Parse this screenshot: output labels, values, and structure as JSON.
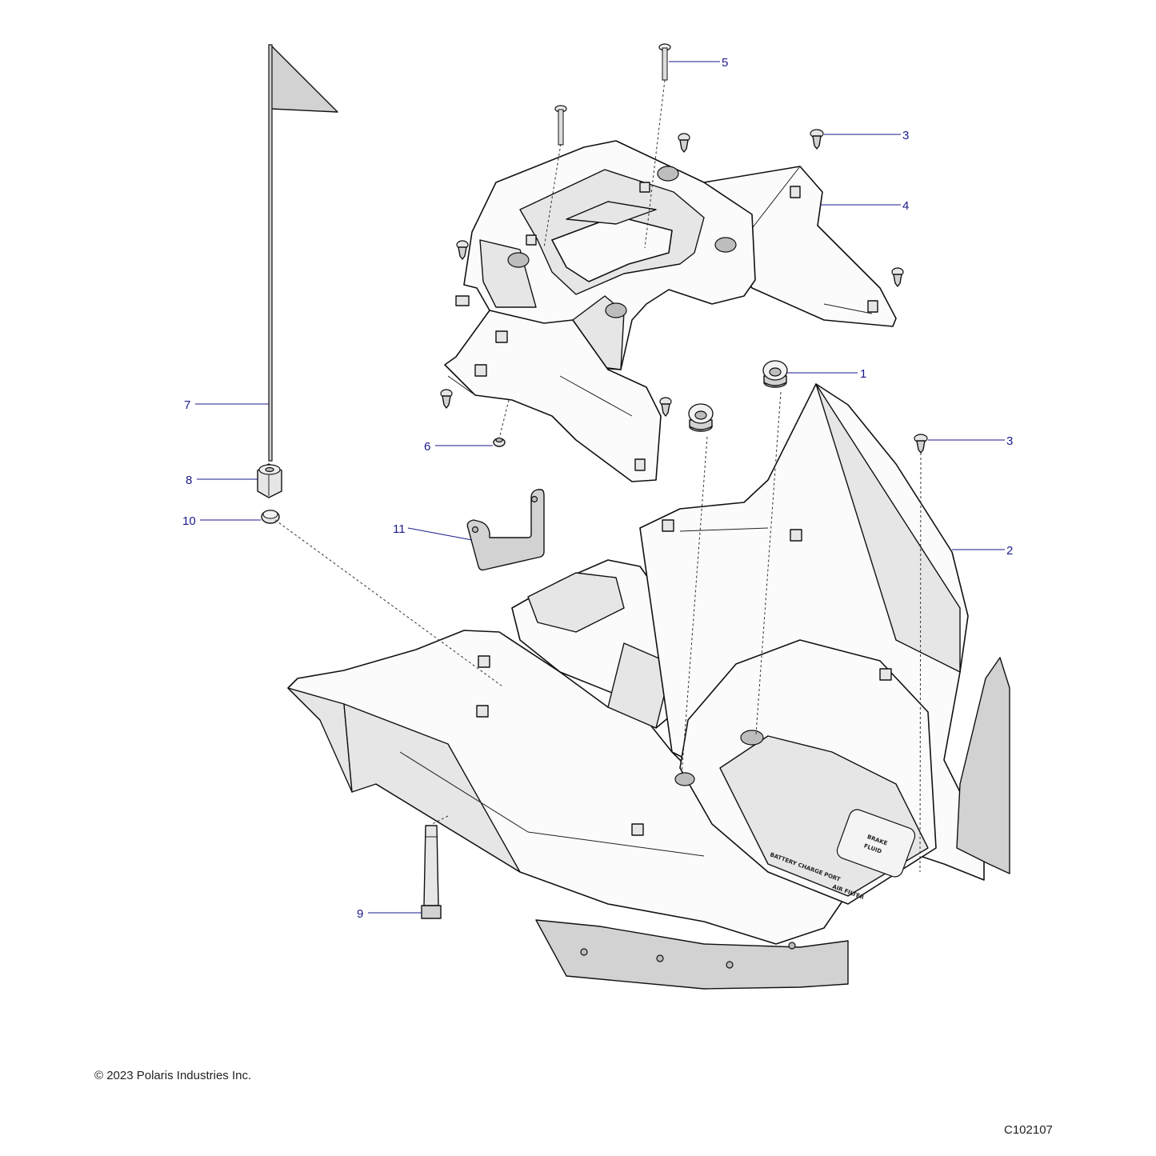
{
  "callouts": [
    "1",
    "2",
    "3",
    "3",
    "4",
    "5",
    "6",
    "7",
    "8",
    "9",
    "10",
    "11"
  ],
  "embossed_text": {
    "brake_fluid_line1": "BRAKE",
    "brake_fluid_line2": "FLUID",
    "battery_label": "BATTERY CHARGE PORT",
    "filter_label": "AIR FILTER"
  },
  "footer": {
    "copyright": "© 2023 Polaris Industries Inc.",
    "drawing_id": "C102107"
  }
}
